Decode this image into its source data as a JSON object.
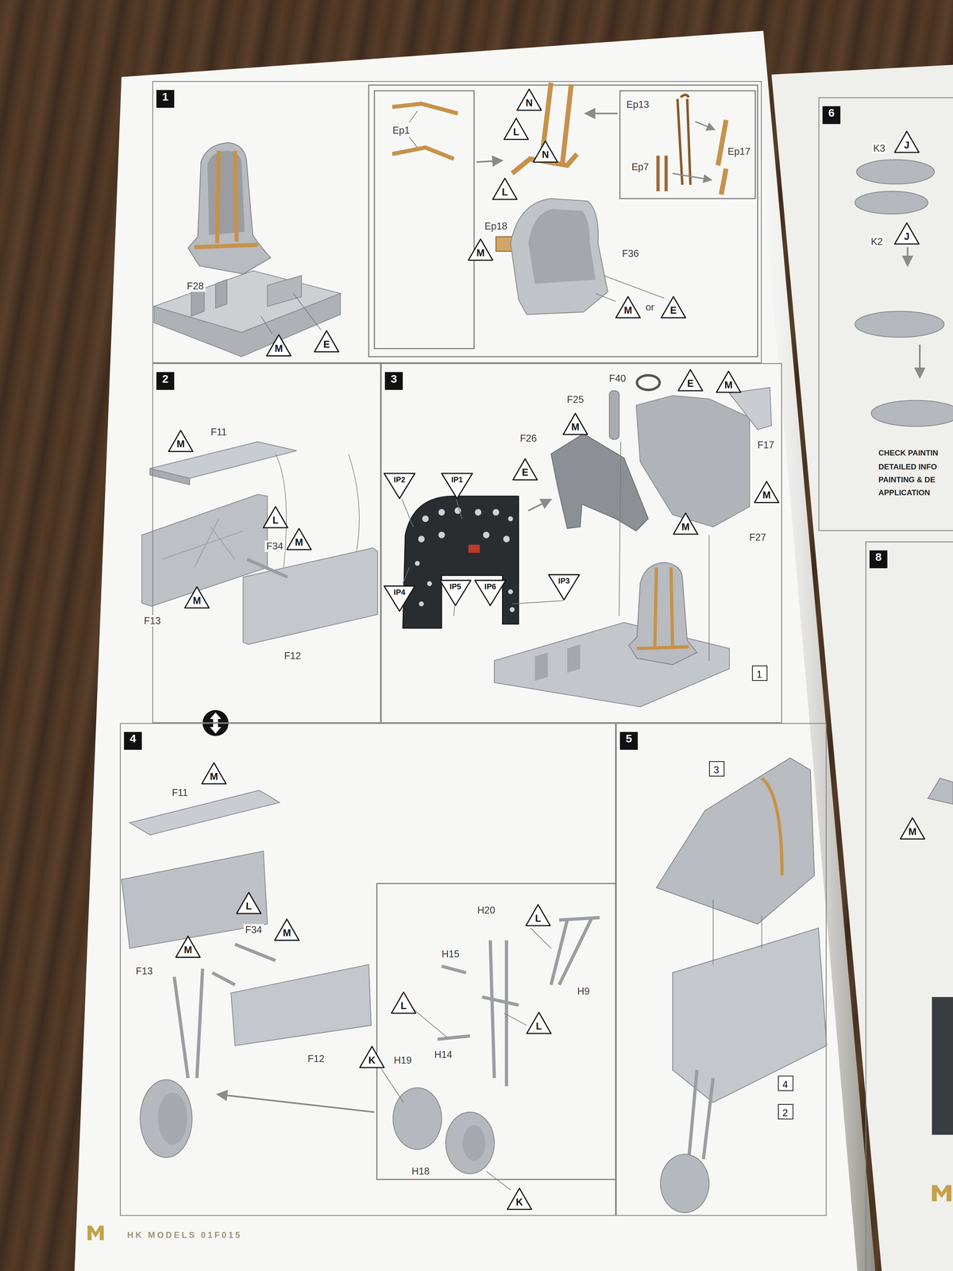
{
  "diagram": {
    "nodes": [
      {
        "text": [
          "1"
        ]
      },
      {
        "text": [
          "M"
        ],
        "in": 0
      },
      {
        "text": [
          "E"
        ],
        "in": 0
      },
      {
        "text": [
          "N"
        ],
        "in": 0
      },
      {
        "text": [
          "L"
        ],
        "in": 0
      },
      {
        "text": [
          "N"
        ],
        "in": 0
      },
      {
        "text": [
          "L"
        ],
        "in": 0
      },
      {
        "text": [
          "M"
        ],
        "in": 0
      },
      {
        "text": [
          "M"
        ],
        "in": 0
      },
      {
        "text": [
          "E"
        ],
        "in": 0
      },
      {
        "text": [
          "2"
        ]
      },
      {
        "text": [
          "M"
        ],
        "in": 10
      },
      {
        "text": [
          "L"
        ],
        "in": 10
      },
      {
        "text": [
          "M"
        ],
        "in": 10
      },
      {
        "text": [
          "M"
        ],
        "in": 10
      },
      {
        "text": [
          "3"
        ]
      },
      {
        "text": [
          "E"
        ],
        "in": 15
      },
      {
        "text": [
          "M"
        ],
        "in": 15
      },
      {
        "text": [
          "M"
        ],
        "in": 15
      },
      {
        "text": [
          "IP1"
        ],
        "in": 15
      },
      {
        "text": [
          "IP2"
        ],
        "in": 15
      },
      {
        "text": [
          "E"
        ],
        "in": 15
      },
      {
        "text": [
          "M"
        ],
        "in": 15
      },
      {
        "text": [
          "M"
        ],
        "in": 15
      },
      {
        "text": [
          "IP4"
        ],
        "in": 15
      },
      {
        "text": [
          "IP5"
        ],
        "in": 15
      },
      {
        "text": [
          "IP6"
        ],
        "in": 15
      },
      {
        "text": [
          "IP3"
        ],
        "in": 15
      },
      {
        "text": [
          "1"
        ],
        "in": 15
      },
      {
        "text": [
          "4"
        ]
      },
      {
        "text": [
          "M"
        ],
        "in": 29
      },
      {
        "text": [
          "L"
        ],
        "in": 29
      },
      {
        "text": [
          "M"
        ],
        "in": 29
      },
      {
        "text": [
          "M"
        ],
        "in": 29
      },
      {
        "text": [
          "K"
        ],
        "in": 29
      },
      {
        "text": [
          "L"
        ],
        "in": 29
      },
      {
        "text": [
          "L"
        ],
        "in": 29
      },
      {
        "text": [
          "L"
        ],
        "in": 29
      },
      {
        "text": [
          "K"
        ],
        "in": 29
      },
      {
        "text": [
          "5"
        ]
      },
      {
        "text": [
          "3"
        ],
        "in": 39
      },
      {
        "text": [
          "4"
        ],
        "in": 39
      },
      {
        "text": [
          "2"
        ],
        "in": 39
      },
      {
        "text": [
          "6"
        ]
      },
      {
        "text": [
          "J"
        ],
        "in": 43
      },
      {
        "text": [
          "J"
        ],
        "in": 43
      },
      {
        "text": [
          "8"
        ]
      },
      {
        "text": [
          "M"
        ],
        "in": 46
      }
    ],
    "labels": [
      "F28",
      "Ep1",
      "Ep13",
      "Ep7",
      "Ep17",
      "Ep18",
      "F36",
      "or",
      "F40",
      "F25",
      "F26",
      "F27",
      "F17",
      "F11",
      "F13",
      "F34",
      "F12",
      "F11",
      "F34",
      "F13",
      "F12",
      "H20",
      "H15",
      "H9",
      "H19",
      "H14",
      "H18",
      "K3",
      "K2",
      "CHECK PAINTIN",
      "DETAILED INFO",
      "PAINTING & DE",
      "APPLICATION",
      "HK MODELS 01F015"
    ]
  }
}
